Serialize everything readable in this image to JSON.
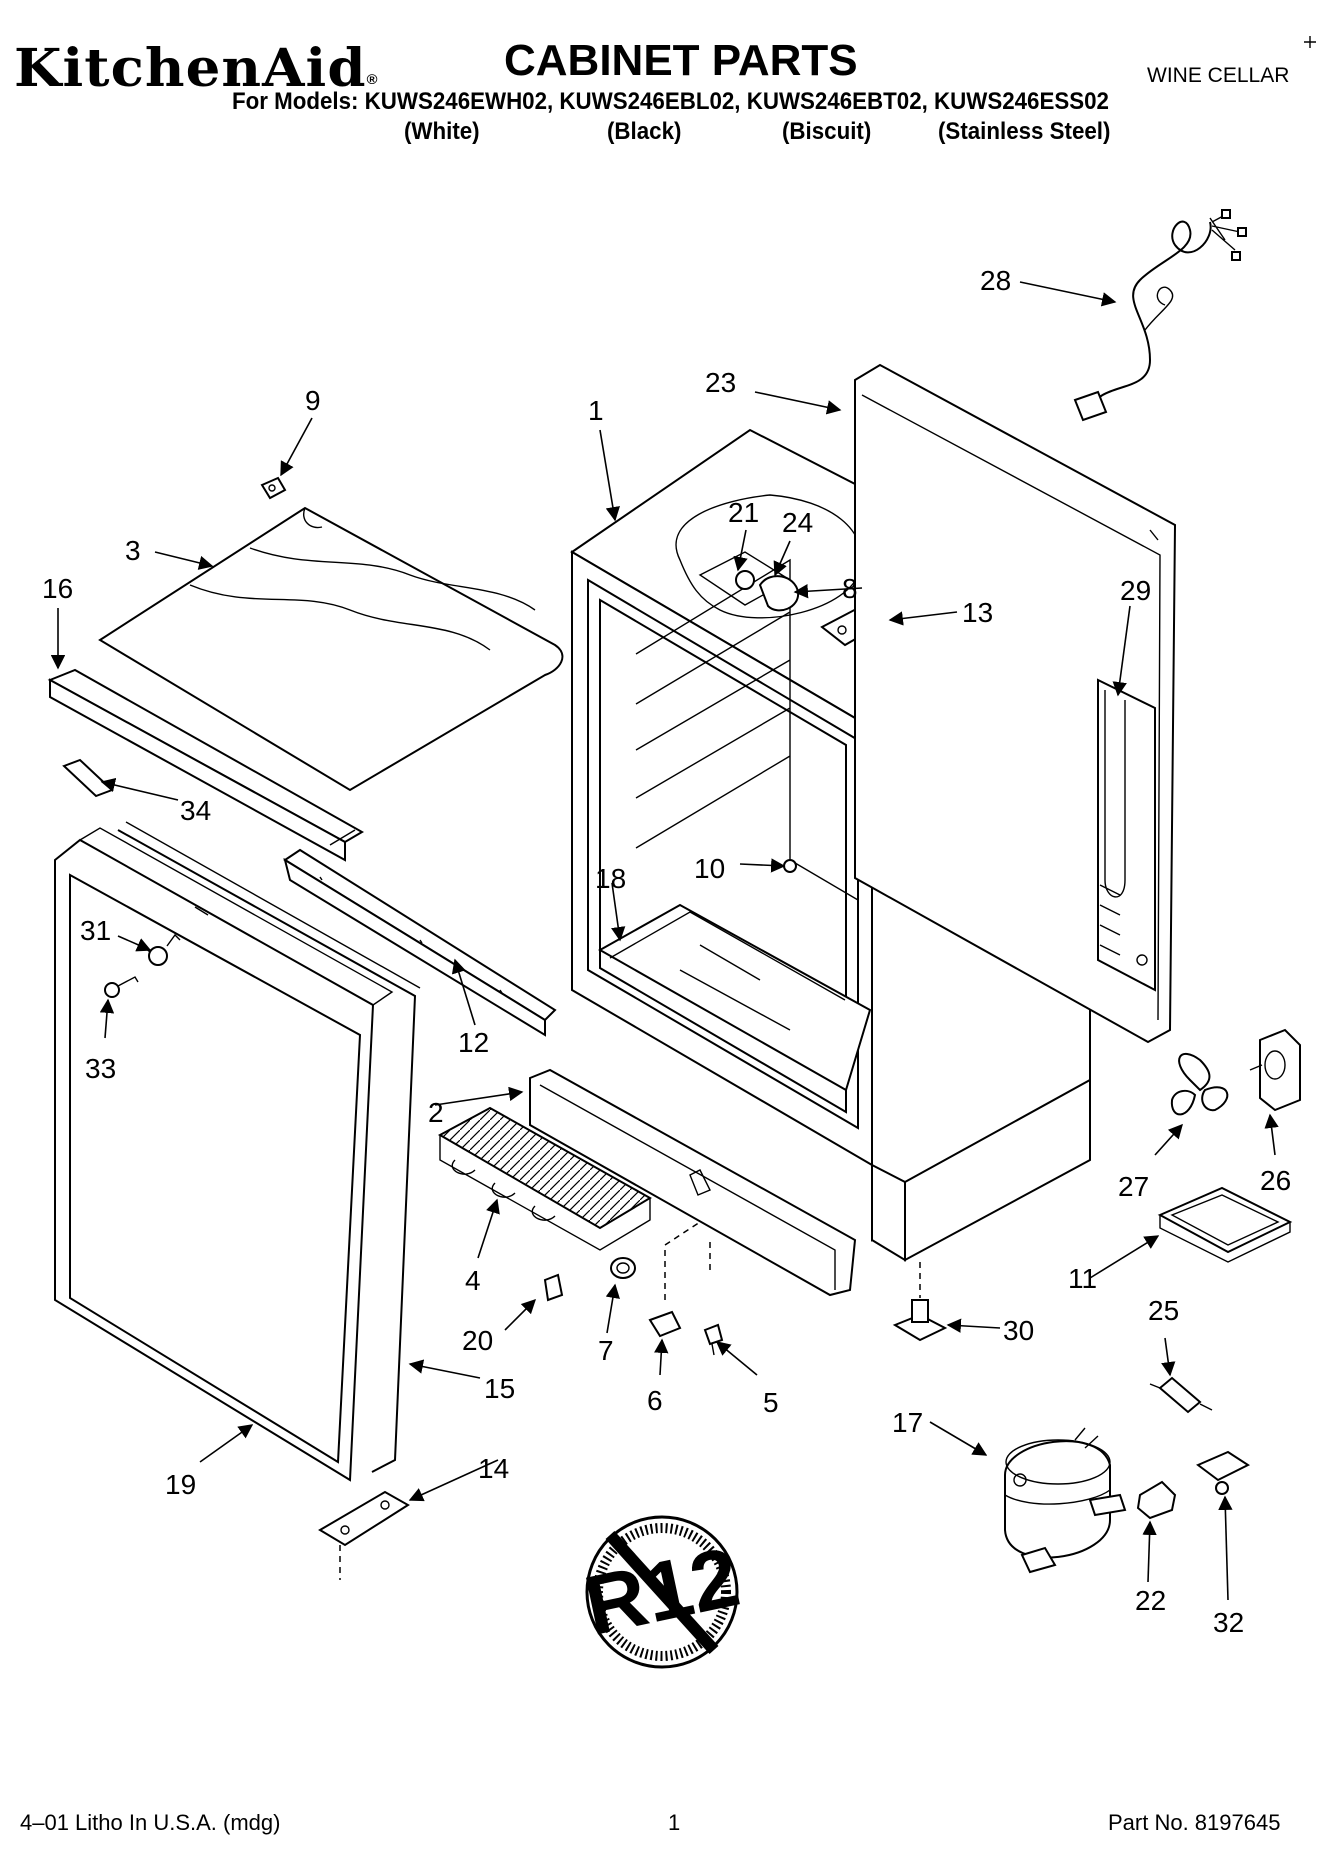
{
  "header": {
    "brand": "KitchenAid",
    "brand_mark": "®",
    "title": "CABINET PARTS",
    "category": "WINE CELLAR",
    "models_line": "For Models: KUWS246EWH02, KUWS246EBL02, KUWS246EBT02, KUWS246ESS02",
    "colors": [
      "(White)",
      "(Black)",
      "(Biscuit)",
      "(Stainless Steel)"
    ]
  },
  "callouts": {
    "c1": "1",
    "c2": "2",
    "c3": "3",
    "c4": "4",
    "c5": "5",
    "c6": "6",
    "c7": "7",
    "c8": "8",
    "c9": "9",
    "c10": "10",
    "c11": "11",
    "c12": "12",
    "c13": "13",
    "c14": "14",
    "c15": "15",
    "c16": "16",
    "c17": "17",
    "c18": "18",
    "c19": "19",
    "c20": "20",
    "c21": "21",
    "c22": "22",
    "c23": "23",
    "c24": "24",
    "c25": "25",
    "c26": "26",
    "c27": "27",
    "c28": "28",
    "c29": "29",
    "c30": "30",
    "c31": "31",
    "c32": "32",
    "c33": "33",
    "c34": "34"
  },
  "badge": {
    "text": "R12"
  },
  "footer": {
    "litho": "4–01 Litho In U.S.A. (mdg)",
    "page": "1",
    "part_no": "Part No. 8197645"
  }
}
